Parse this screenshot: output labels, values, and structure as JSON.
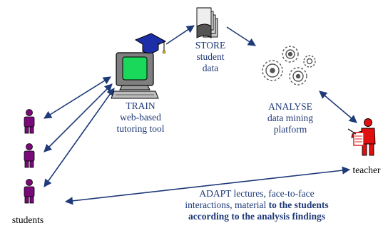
{
  "nodes": {
    "train": {
      "title": "TRAIN",
      "line1": "web-based",
      "line2": "tutoring tool",
      "icon": "computer-with-graduation-cap-icon"
    },
    "store": {
      "title": "STORE",
      "line1": "student",
      "line2": "data",
      "icon": "documents-stack-icon"
    },
    "analyse": {
      "title": "ANALYSE",
      "line1": "data mining",
      "line2": "platform",
      "icon": "gears-icon"
    },
    "teacher": {
      "label": "teacher",
      "icon": "teacher-figure-icon"
    },
    "students": {
      "label": "students",
      "icon": "student-figure-icon"
    }
  },
  "adapt": {
    "line1": "ADAPT lectures, face-to-face",
    "line2_plain": "interactions, material ",
    "line2_bold": "to the students",
    "line3_bold": "according to the analysis findings"
  },
  "colors": {
    "arrow": "#1f3a78",
    "text": "#1f3a78",
    "student": "#7a0a7a",
    "teacher": "#e01010",
    "monitor_screen": "#19d85a",
    "cap": "#1c2fa8"
  }
}
